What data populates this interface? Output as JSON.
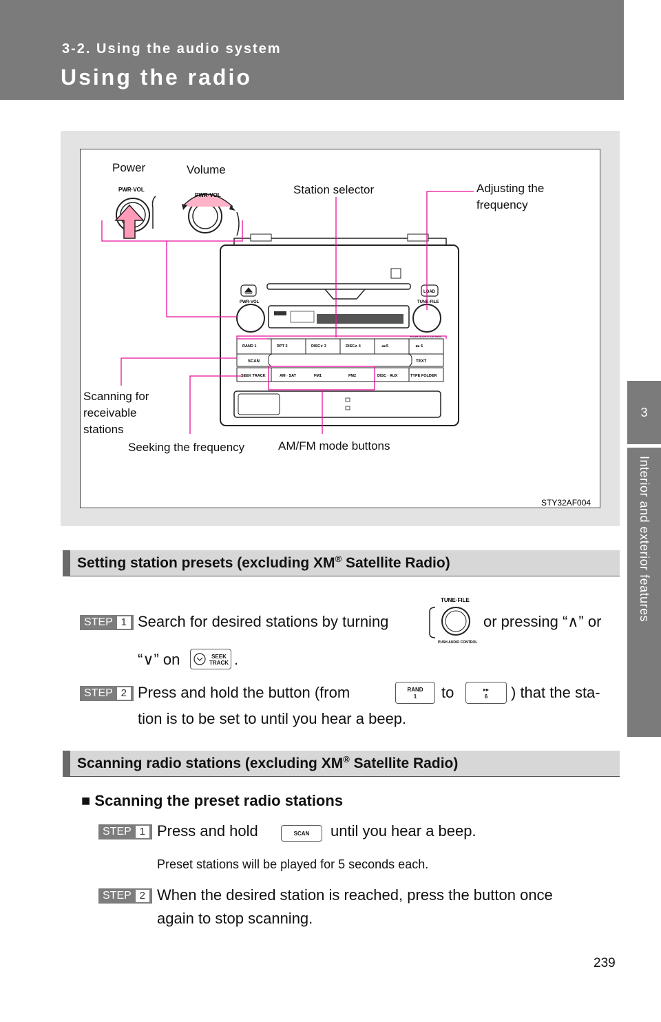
{
  "header": {
    "section": "3-2. Using the audio system",
    "title": "Using the radio"
  },
  "sidebar": {
    "chapter_number": "3",
    "chapter_title": "Interior and exterior features"
  },
  "figure": {
    "labels": {
      "power": "Power",
      "volume": "Volume",
      "station_selector": "Station selector",
      "adjusting_the": "Adjusting the",
      "frequency": "frequency",
      "scanning_line1": "Scanning for",
      "scanning_line2": "receivable",
      "scanning_line3": "stations",
      "seeking": "Seeking the frequency",
      "amfm": "AM/FM mode buttons",
      "code": "STY32AF004"
    },
    "knob_labels": {
      "pwr_vol": "PWR·VOL",
      "tune_file": "TUNE·FILE",
      "load": "LOAD",
      "scan": "SCAN",
      "text": "TEXT",
      "push_audio": "PUSH AUDIO CONTROL"
    },
    "preset_row": [
      "RAND 1",
      "RPT 2",
      "DISC∨ 3",
      "DISC∧ 4",
      "◂◂ 5",
      "▸▸ 6"
    ],
    "mode_row": [
      "AM · SAT",
      "FM1",
      "FM2",
      "DISC · AUX"
    ],
    "seek_track": "SEEK TRACK",
    "type_folder": "TYPE FOLDER"
  },
  "section1": {
    "heading_a": "Setting station presets (excluding XM",
    "heading_sup": "®",
    "heading_b": " Satellite Radio)",
    "step1_label": "STEP",
    "step1_num": "1",
    "step1_text_a": "Search for desired stations by turning",
    "step1_text_b": "or pressing “",
    "step1_up": "∧",
    "step1_text_c": "” or",
    "step1_line2_a": "“",
    "step1_down": "∨",
    "step1_line2_b": "” on",
    "step1_line2_c": ".",
    "step2_label": "STEP",
    "step2_num": "2",
    "step2_text_a": "Press and hold the button (from",
    "step2_text_b": "to",
    "step2_text_c": ") that the sta-",
    "step2_line2": "tion is to be set to until you hear a beep.",
    "btn_rand": "RAND",
    "btn_rand_num": "1",
    "btn_six": "▸▸",
    "btn_six_num": "6"
  },
  "section2": {
    "heading_a": "Scanning radio stations (excluding XM",
    "heading_sup": "®",
    "heading_b": " Satellite Radio)",
    "sub_bullet": "■",
    "sub_heading": "Scanning the preset radio stations",
    "step1_label": "STEP",
    "step1_num": "1",
    "step1_text_a": "Press and hold",
    "step1_text_b": "until you hear a beep.",
    "btn_scan": "SCAN",
    "note": "Preset stations will be played for 5 seconds each.",
    "step2_label": "STEP",
    "step2_num": "2",
    "step2_line1": "When the desired station is reached, press the button once",
    "step2_line2": "again to stop scanning."
  },
  "page_number": "239",
  "colors": {
    "header_bg": "#7b7b7b",
    "callout": "#e8119a",
    "figure_bg": "#e3e3e3",
    "heading_bg": "#d7d7d7"
  }
}
